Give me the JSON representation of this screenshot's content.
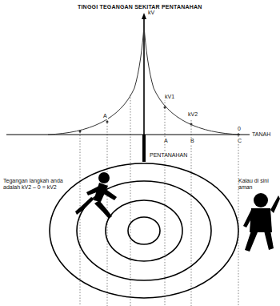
{
  "diagram": {
    "title": "TINGGI TEGANGAN SEKITAR PENTANAHAN",
    "labels": [
      "kV",
      "A",
      "kV1",
      "kV2",
      "0",
      "TANAH",
      "A",
      "B",
      "C",
      "PENTANAHAN",
      "Tegangan langkah anda adalah kV2 – 0 = kV2",
      "Kalau di sini aman"
    ]
  }
}
